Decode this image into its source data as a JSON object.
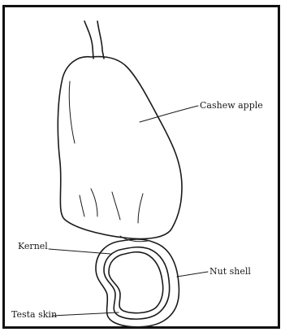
{
  "labels": {
    "cashew_apple": "Cashew apple",
    "kernel": "Kernel",
    "nut_shell": "Nut shell",
    "testa_skin": "Testa skin"
  },
  "colors": {
    "line": "#1a1a1a",
    "border": "#111111",
    "background": "#ffffff"
  }
}
